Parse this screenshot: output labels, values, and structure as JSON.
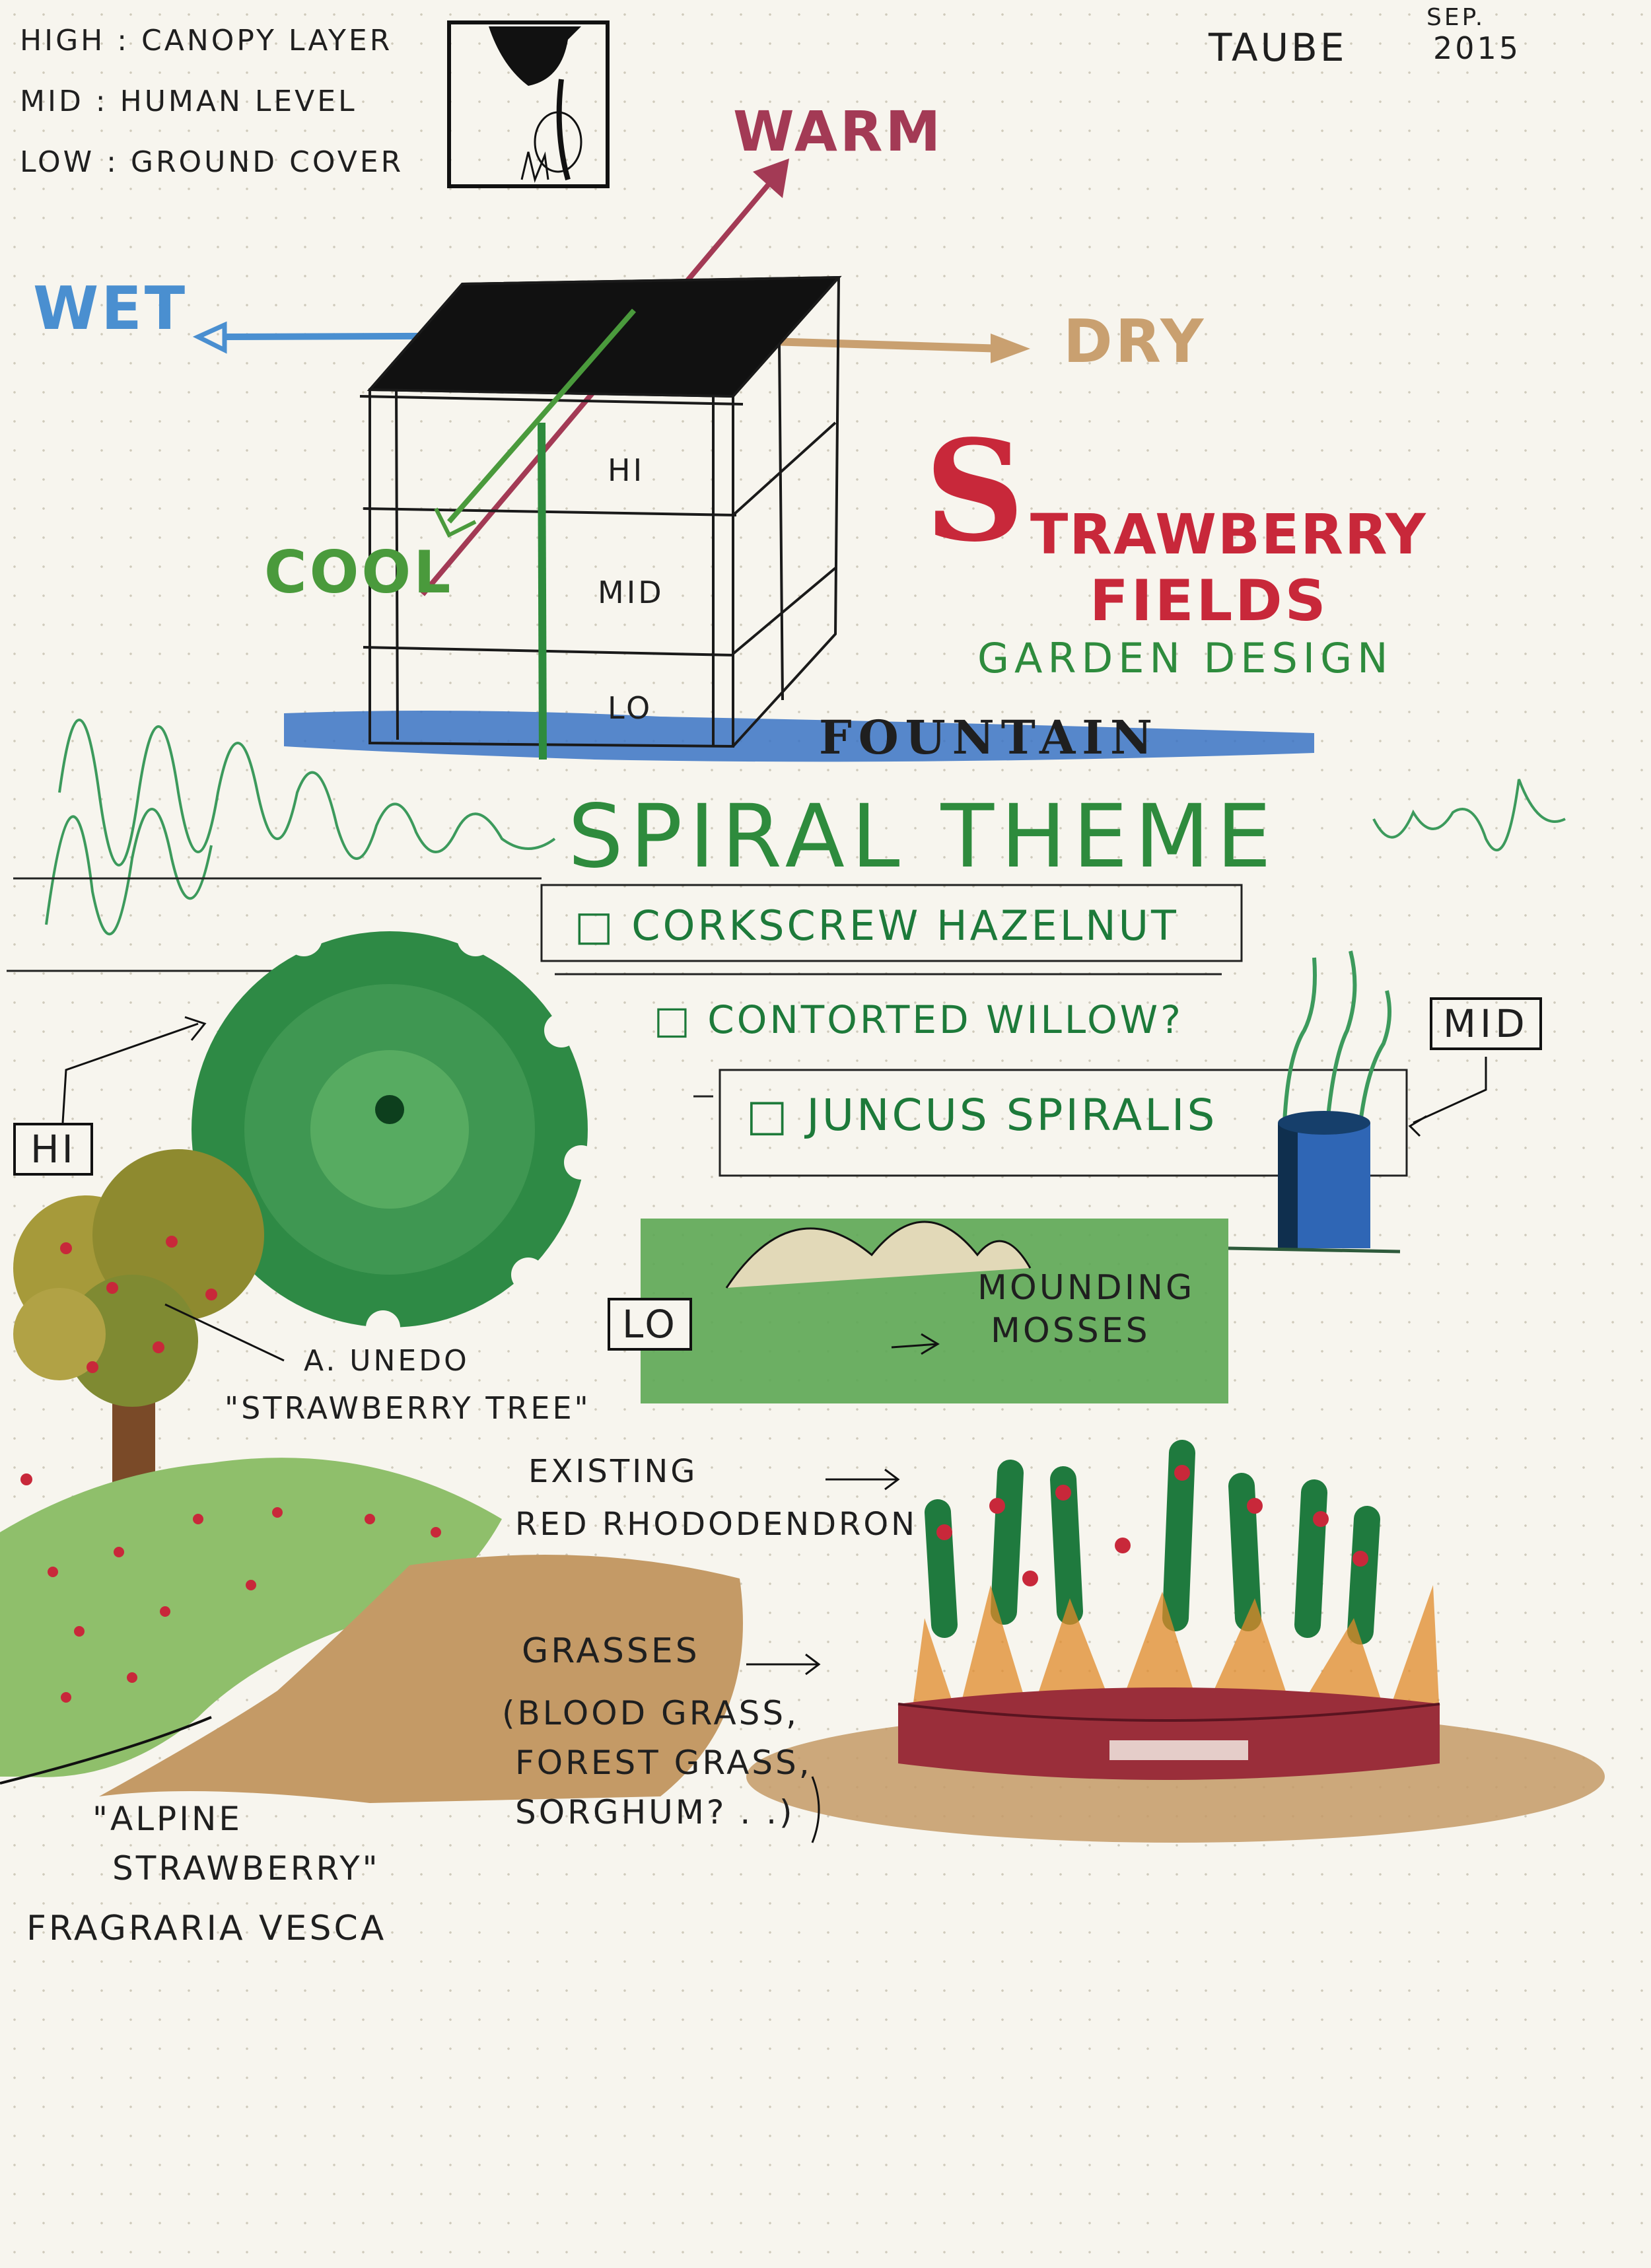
{
  "legend_lines": {
    "high": "HIGH : CANOPY LAYER",
    "mid": "MID : HUMAN LEVEL",
    "low": "LOW : GROUND COVER"
  },
  "signature": {
    "name": "TAUBE",
    "date_month": "SEP.",
    "date_year": "2015"
  },
  "axes": {
    "warm": "WARM",
    "wet": "WET",
    "dry": "DRY",
    "cool": "COOL"
  },
  "cube_layers": {
    "hi": "HI",
    "mid": "MID",
    "lo": "LO"
  },
  "title": {
    "cap": "S",
    "rest": "TRAWBERRY",
    "line2": "FIELDS",
    "subtitle": "GARDEN DESIGN"
  },
  "fountain": "FOUNTAIN",
  "theme": "SPIRAL THEME",
  "plants": {
    "corkscrew": "□ CORKSCREW HAZELNUT",
    "willow": "□ CONTORTED WILLOW?",
    "juncus": "□ JUNCUS SPIRALIS"
  },
  "tags": {
    "mid": "MID",
    "hi": "HI",
    "lo": "LO"
  },
  "mosses": {
    "line1": "MOUNDING",
    "line2": "MOSSES"
  },
  "tree_label": {
    "line1": "A. UNEDO",
    "line2": "\"STRAWBERRY TREE\""
  },
  "rhodo": {
    "line1": "EXISTING",
    "line2": "RED RHODODENDRON"
  },
  "grasses": {
    "line1": "GRASSES",
    "line2": "(BLOOD GRASS,",
    "line3": "FOREST GRASS,",
    "line4": "SORGHUM? . .)"
  },
  "alpine": {
    "line1": "\"ALPINE",
    "line2": "STRAWBERRY\"",
    "line3": "FRAGRARIA VESCA"
  },
  "colors": {
    "ink": "#1f1f1f",
    "green": "#2e8b3d",
    "red": "#c8283a",
    "warm": "#a33a55",
    "wet": "#4a8fd0",
    "dry": "#c9a070",
    "fountain_blue": "#3a73c4"
  }
}
